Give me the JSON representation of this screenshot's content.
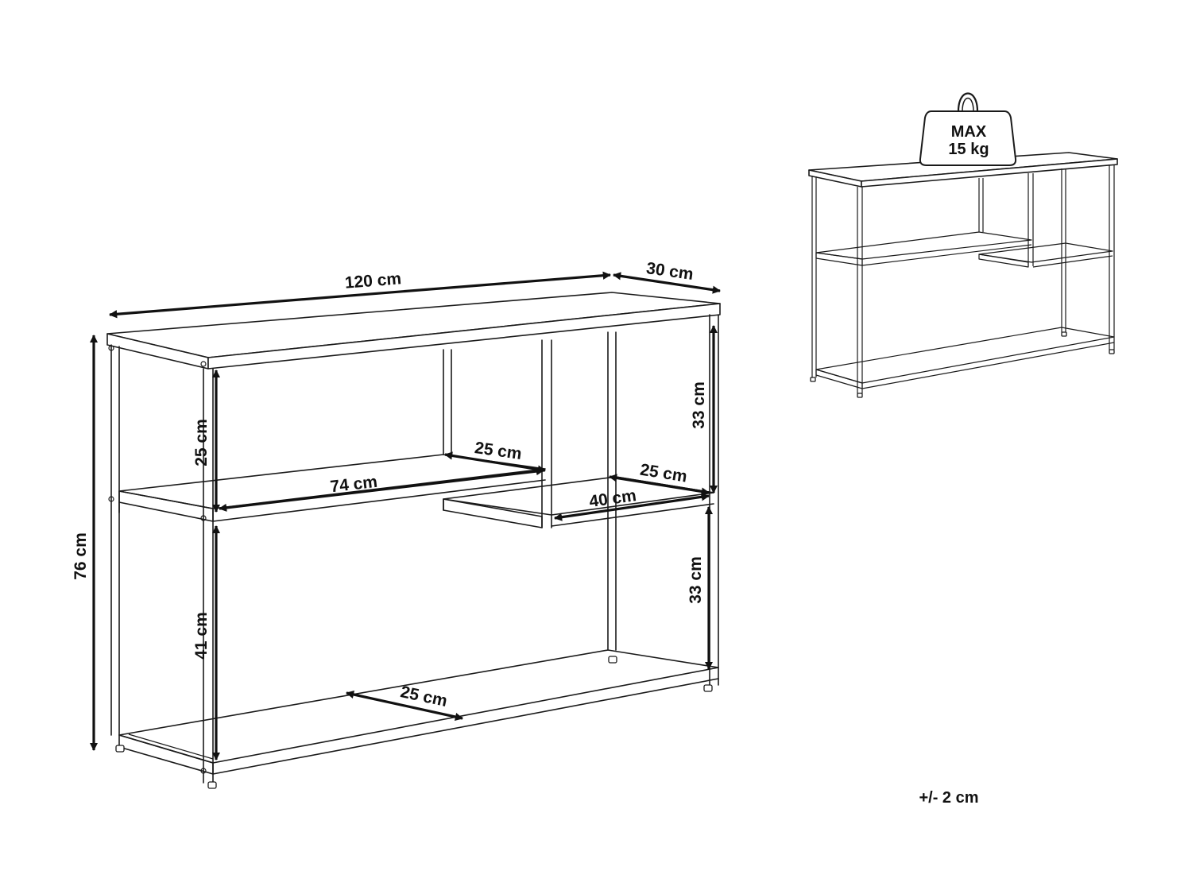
{
  "dimensions": {
    "width": "120 cm",
    "depth": "30 cm",
    "height": "76 cm",
    "upper_left_height": "25 cm",
    "lower_left_height": "41 cm",
    "upper_right_height": "33 cm",
    "lower_right_height": "33 cm",
    "shelf_width": "74 cm",
    "shelf_depth": "25 cm",
    "right_shelf_width": "40 cm",
    "right_shelf_depth": "25 cm",
    "bottom_shelf_depth": "25 cm"
  },
  "weight_badge": {
    "line1": "MAX",
    "line2": "15 kg"
  },
  "tolerance": "+/- 2 cm"
}
